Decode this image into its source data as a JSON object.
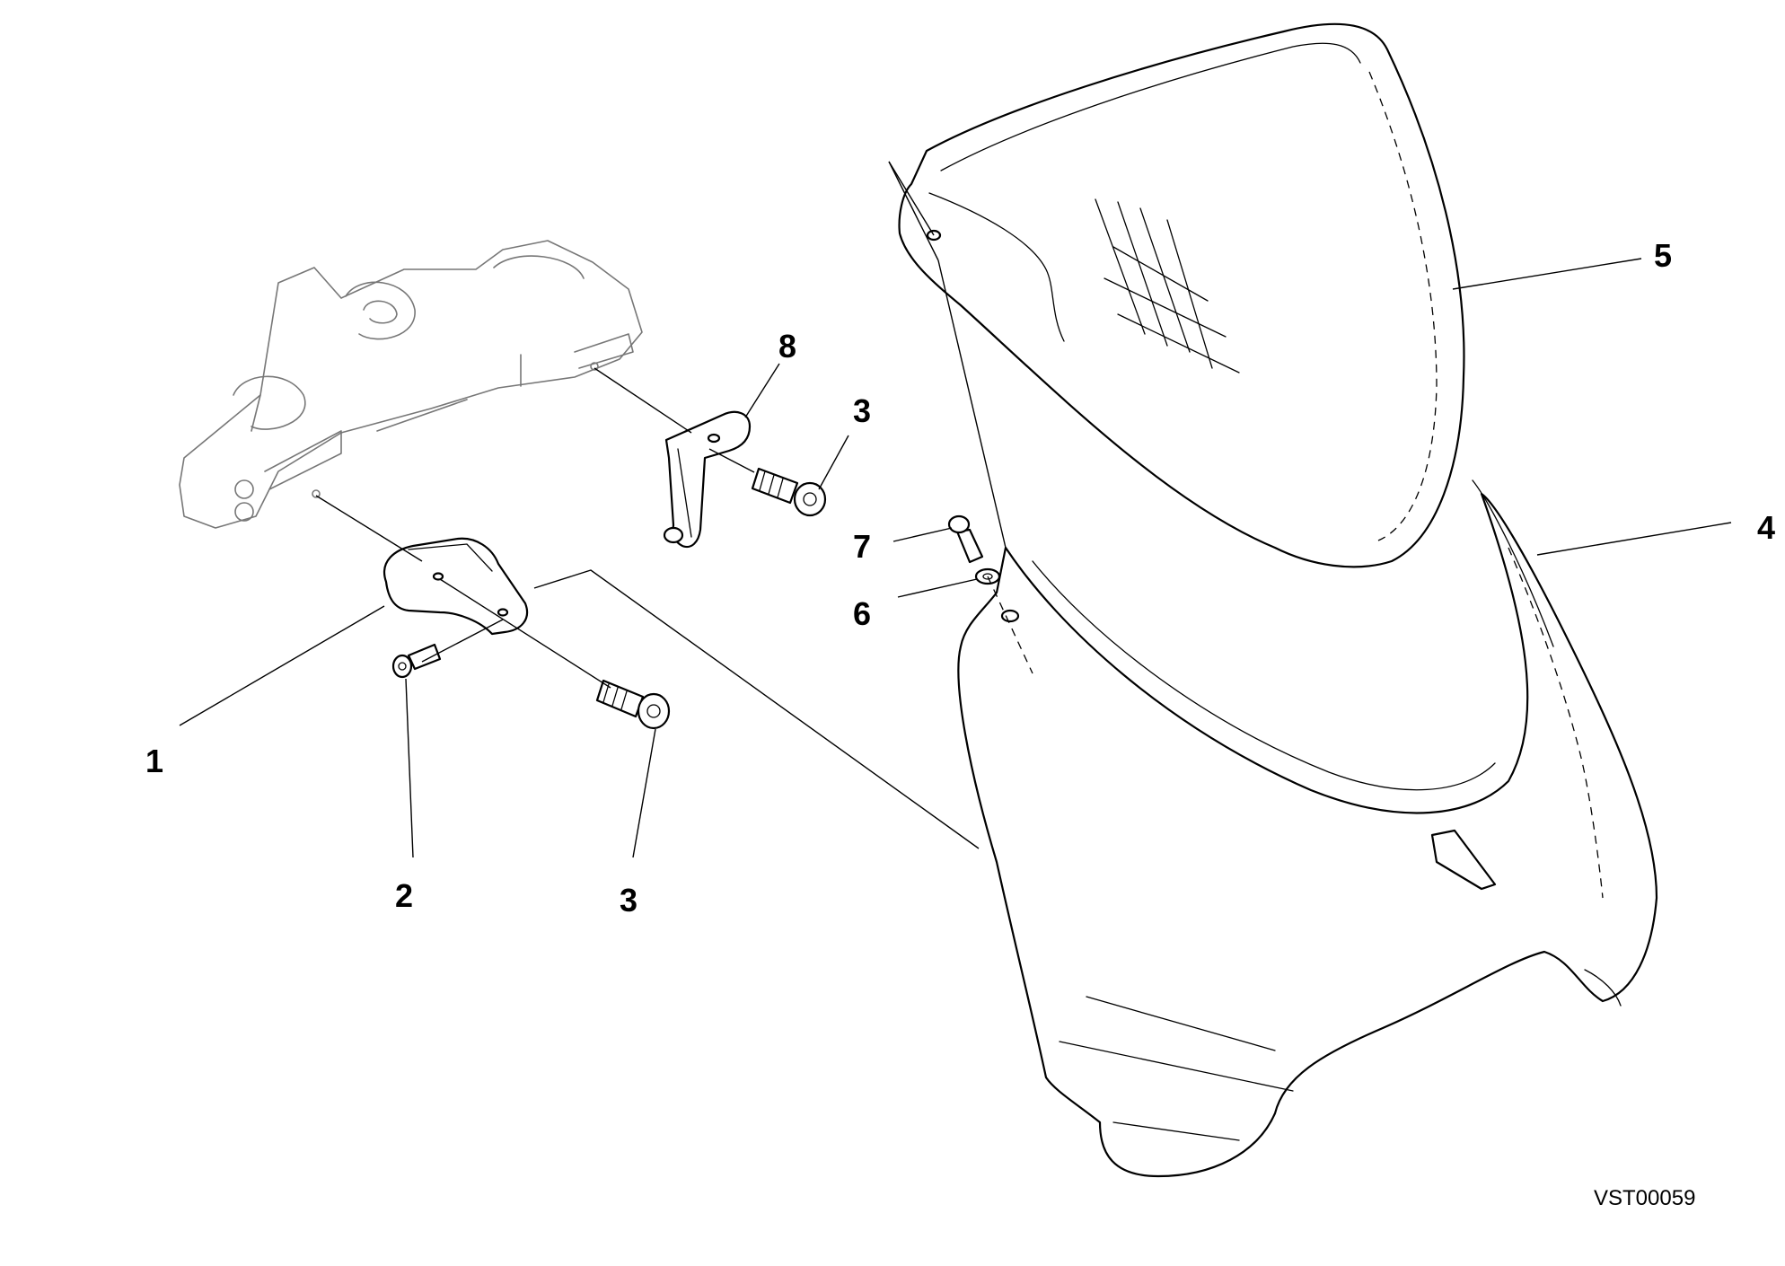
{
  "diagram": {
    "callouts": [
      {
        "id": "c1",
        "label": "1"
      },
      {
        "id": "c2",
        "label": "2"
      },
      {
        "id": "c3a",
        "label": "3"
      },
      {
        "id": "c3b",
        "label": "3"
      },
      {
        "id": "c4",
        "label": "4"
      },
      {
        "id": "c5",
        "label": "5"
      },
      {
        "id": "c6",
        "label": "6"
      },
      {
        "id": "c7",
        "label": "7"
      },
      {
        "id": "c8",
        "label": "8"
      }
    ],
    "drawing_code": "VST00059"
  },
  "colors": {
    "line": "#000000",
    "ghost": "#777777",
    "background": "#ffffff"
  }
}
